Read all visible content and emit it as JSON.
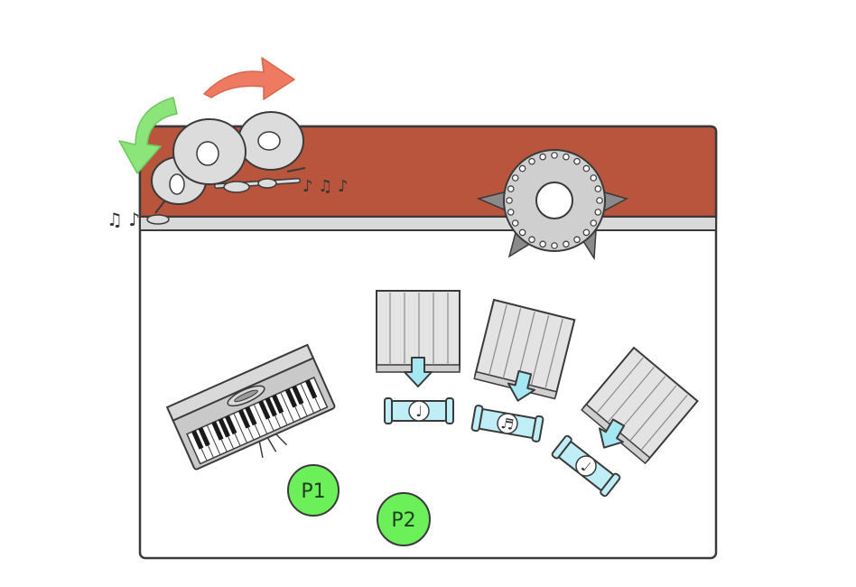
{
  "colors": {
    "floor": "#ffffff",
    "wall_band": "#b9553d",
    "wall_trim": "#d9d9d9",
    "outline": "#3a3a3a",
    "rotate_arrow_left": "#8ce57a",
    "rotate_arrow_right": "#ee7a62",
    "player_token": "#6cf05a",
    "glass_tube": "#bfeef7",
    "down_arrow": "#a5e7f3",
    "crate": "#e3e3e3",
    "gear_metal": "#cfcfcf",
    "spike": "#8a8a8a",
    "piano_body": "#c9c9c9",
    "drum": "#dcdcdc"
  },
  "players": [
    {
      "id": "p1",
      "label": "P1"
    },
    {
      "id": "p2",
      "label": "P2"
    }
  ],
  "tubes": [
    {
      "id": "tube-1",
      "glyph": "♩"
    },
    {
      "id": "tube-2",
      "glyph": "♬"
    },
    {
      "id": "tube-3",
      "glyph": "♩"
    }
  ],
  "notes": {
    "drum_left": "♫ ♪",
    "drum_right": "♪ ♫ ♪"
  },
  "icons": {
    "rotate_left": "rotate-ccw-arrow-icon",
    "rotate_right": "rotate-cw-arrow-icon",
    "gear": "spiked-gear-icon",
    "piano": "keyboard-piano-icon",
    "drums": "drum-kit-icon",
    "crate": "speaker-crate-icon"
  }
}
